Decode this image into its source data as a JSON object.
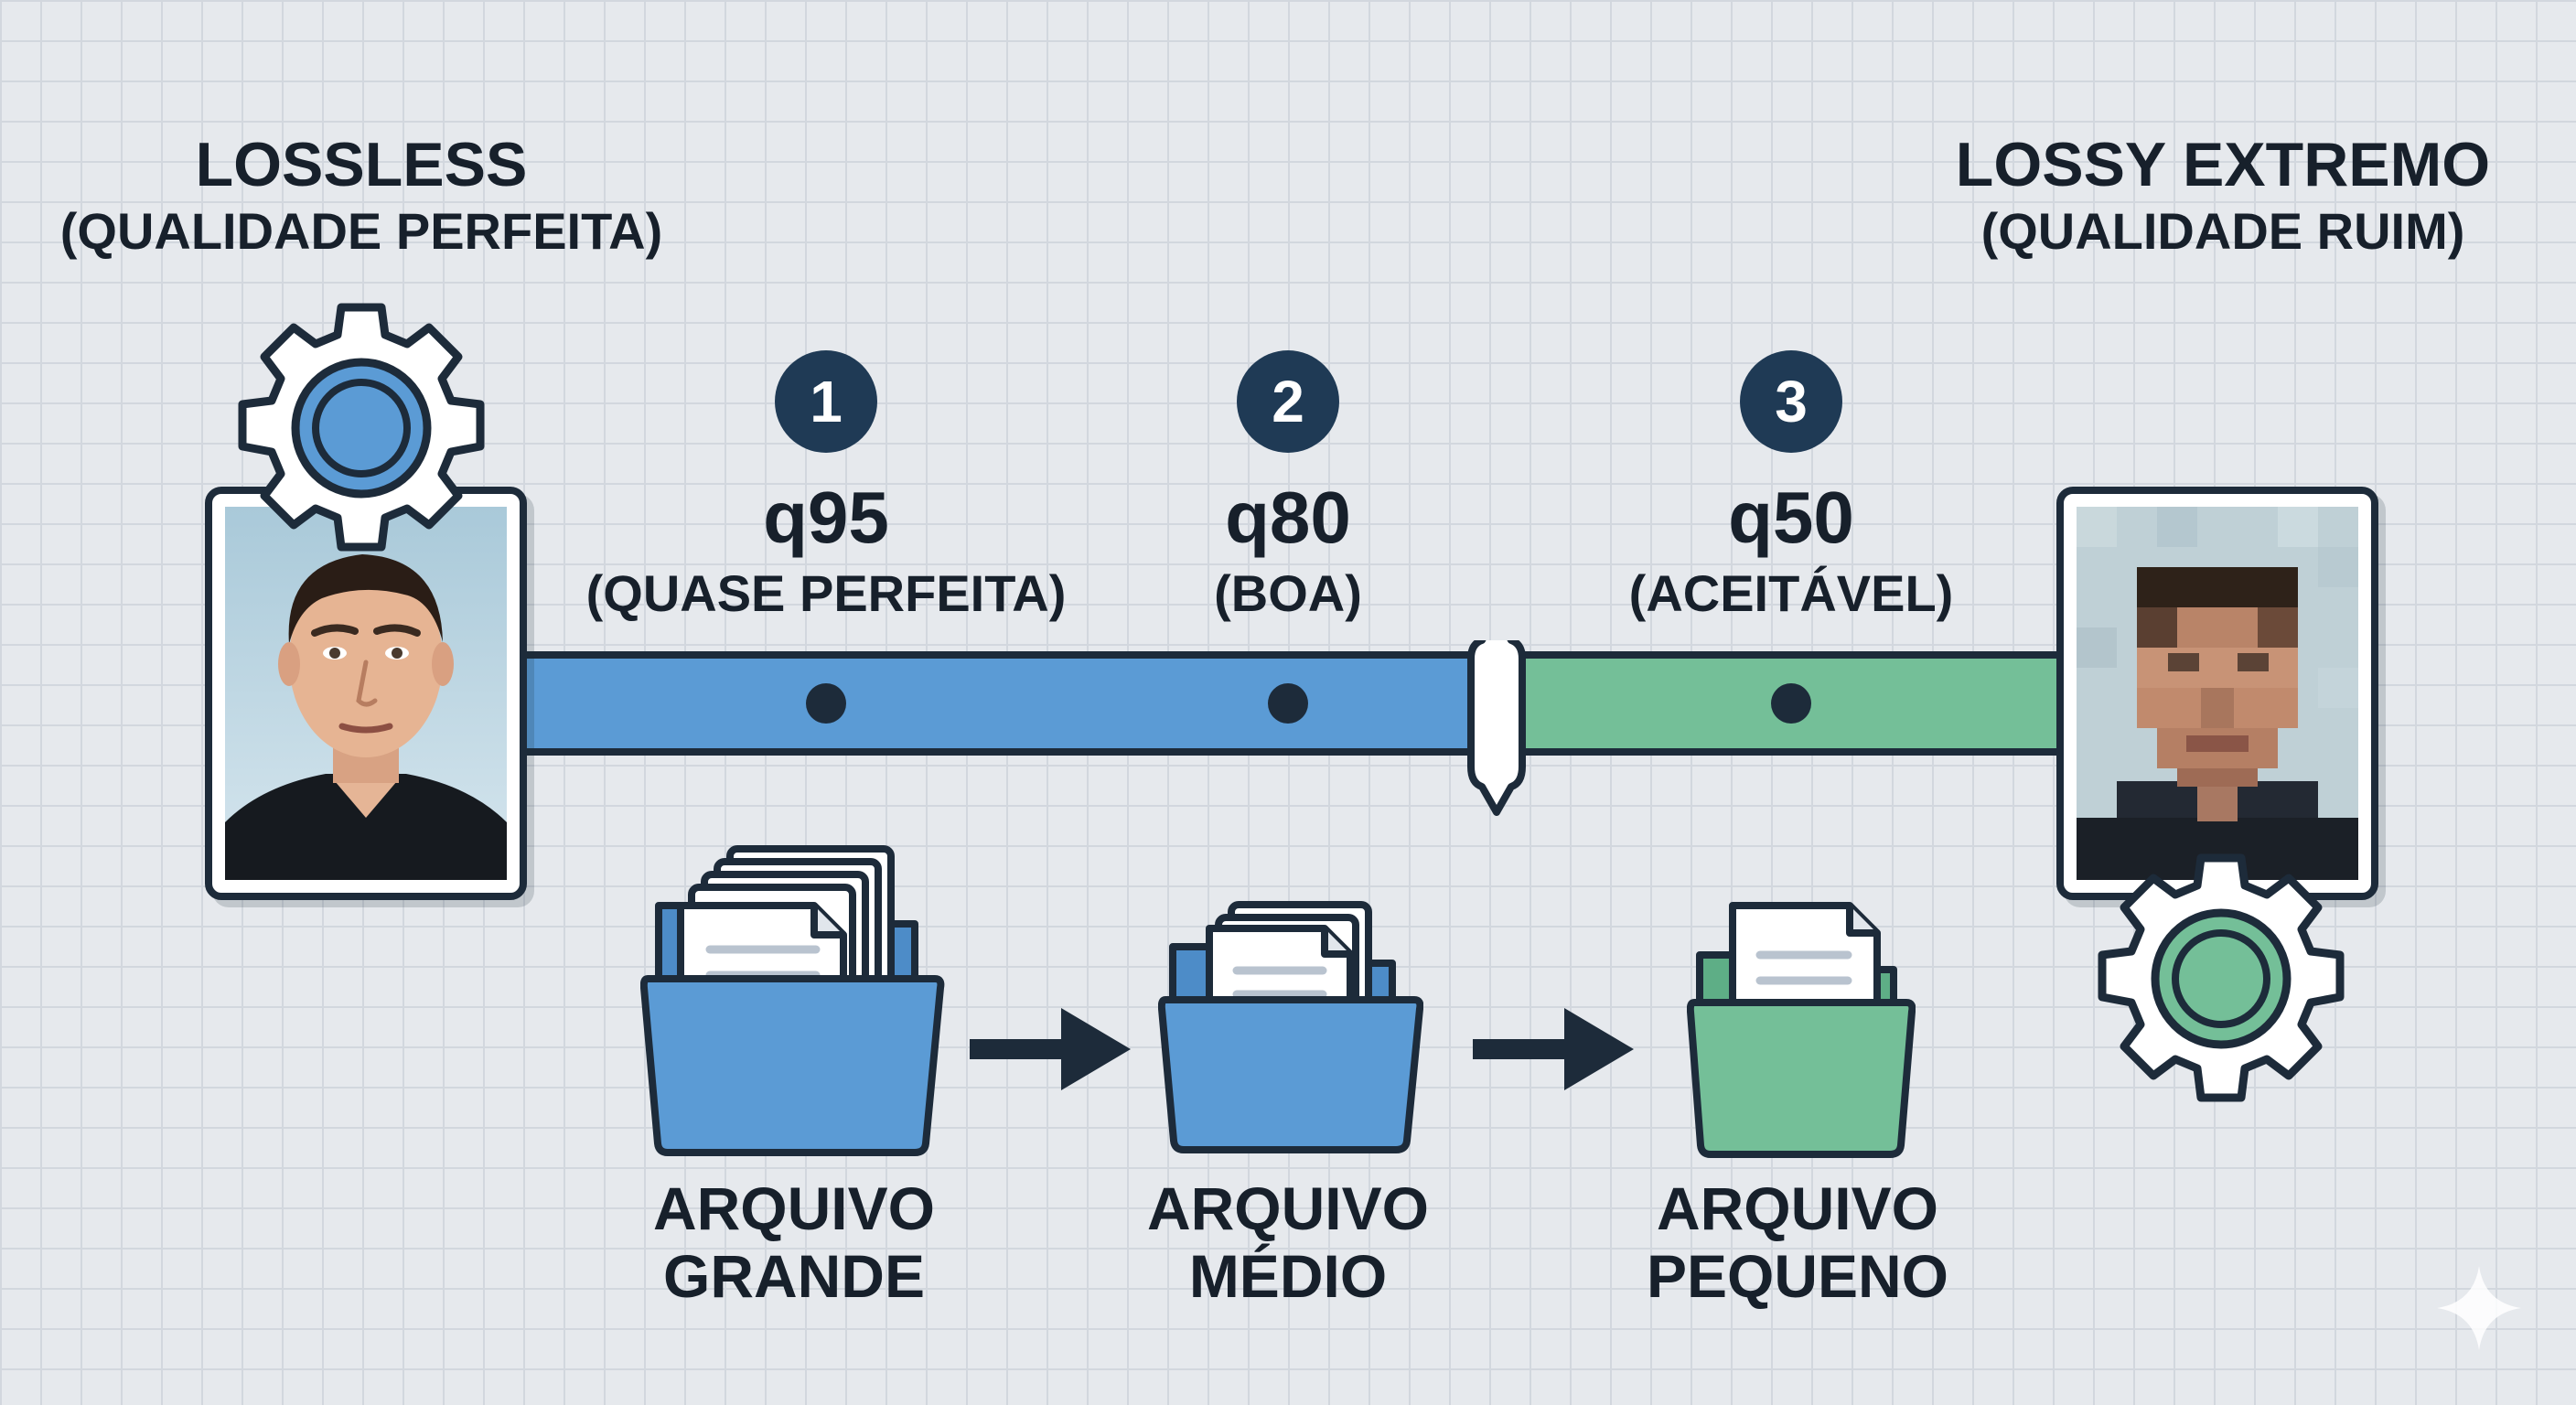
{
  "left_end": {
    "title": "LOSSLESS",
    "subtitle": "(QUALIDADE PERFEITA)",
    "color": "#5b9bd5"
  },
  "right_end": {
    "title": "LOSSY EXTREMO",
    "subtitle": "(QUALIDADE RUIM)",
    "color": "#74bf98"
  },
  "steps": [
    {
      "number": "1",
      "quality": "q95",
      "description": "(QUASE PERFEITA)"
    },
    {
      "number": "2",
      "quality": "q80",
      "description": "(BOA)"
    },
    {
      "number": "3",
      "quality": "q50",
      "description": "(ACEITÁVEL)"
    }
  ],
  "files": [
    {
      "line1": "ARQUIVO",
      "line2": "GRANDE",
      "color": "#5b9bd5"
    },
    {
      "line1": "ARQUIVO",
      "line2": "MÉDIO",
      "color": "#5b9bd5"
    },
    {
      "line1": "ARQUIVO",
      "line2": "PEQUENO",
      "color": "#74bf98"
    }
  ],
  "colors": {
    "outline": "#1d2b3a",
    "blue": "#5b9bd5",
    "green": "#74bf98",
    "step_circle": "#1f3a55"
  },
  "icons": [
    "gear-icon",
    "portrait-icon",
    "folder-icon",
    "document-icon",
    "arrow-right-icon",
    "slider-handle-icon"
  ]
}
